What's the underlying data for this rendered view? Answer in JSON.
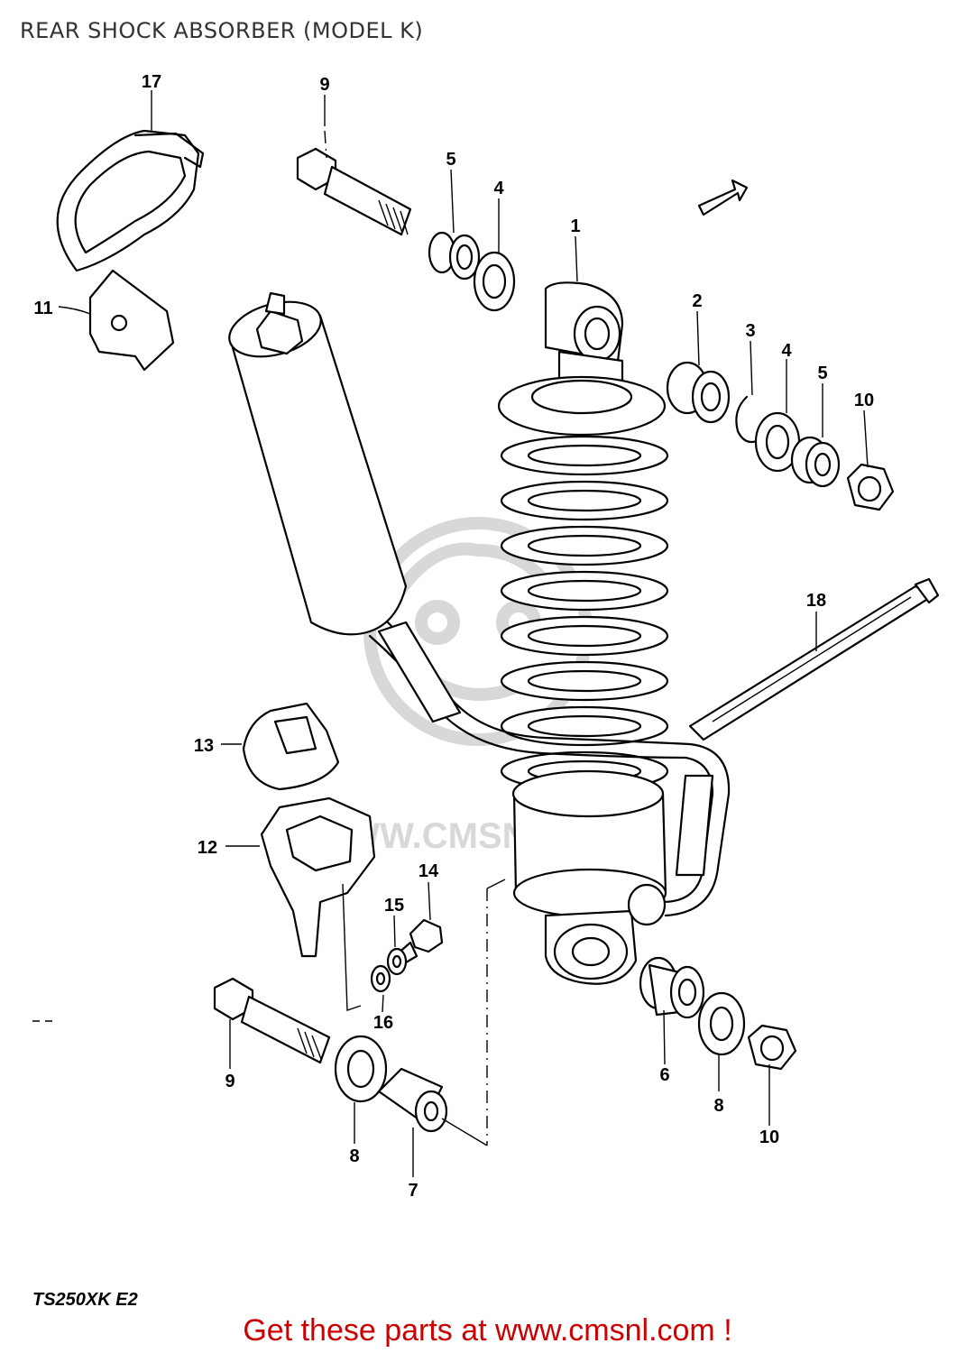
{
  "title": "REAR SHOCK ABSORBER (MODEL K)",
  "model_code": "TS250XK E2",
  "footer_text": "Get these parts at www.cmsnl.com !",
  "watermark": {
    "text": "WWW.CMSNL.COM",
    "color": "#d8d8d8"
  },
  "colors": {
    "footer": "#cc0000",
    "title": "#333333",
    "line": "#000000"
  },
  "callouts": [
    {
      "id": "c17a",
      "part": "17"
    },
    {
      "id": "c9a",
      "part": "9"
    },
    {
      "id": "c5a",
      "part": "5"
    },
    {
      "id": "c4a",
      "part": "4"
    },
    {
      "id": "c1",
      "part": "1"
    },
    {
      "id": "c11",
      "part": "11"
    },
    {
      "id": "c2",
      "part": "2"
    },
    {
      "id": "c3",
      "part": "3"
    },
    {
      "id": "c4b",
      "part": "4"
    },
    {
      "id": "c5b",
      "part": "5"
    },
    {
      "id": "c10a",
      "part": "10"
    },
    {
      "id": "c18",
      "part": "18"
    },
    {
      "id": "c13",
      "part": "13"
    },
    {
      "id": "c12",
      "part": "12"
    },
    {
      "id": "c14",
      "part": "14"
    },
    {
      "id": "c15",
      "part": "15"
    },
    {
      "id": "c16",
      "part": "16"
    },
    {
      "id": "c9b",
      "part": "9"
    },
    {
      "id": "c8a",
      "part": "8"
    },
    {
      "id": "c7",
      "part": "7"
    },
    {
      "id": "c6",
      "part": "6"
    },
    {
      "id": "c8b",
      "part": "8"
    },
    {
      "id": "c10b",
      "part": "10"
    }
  ]
}
